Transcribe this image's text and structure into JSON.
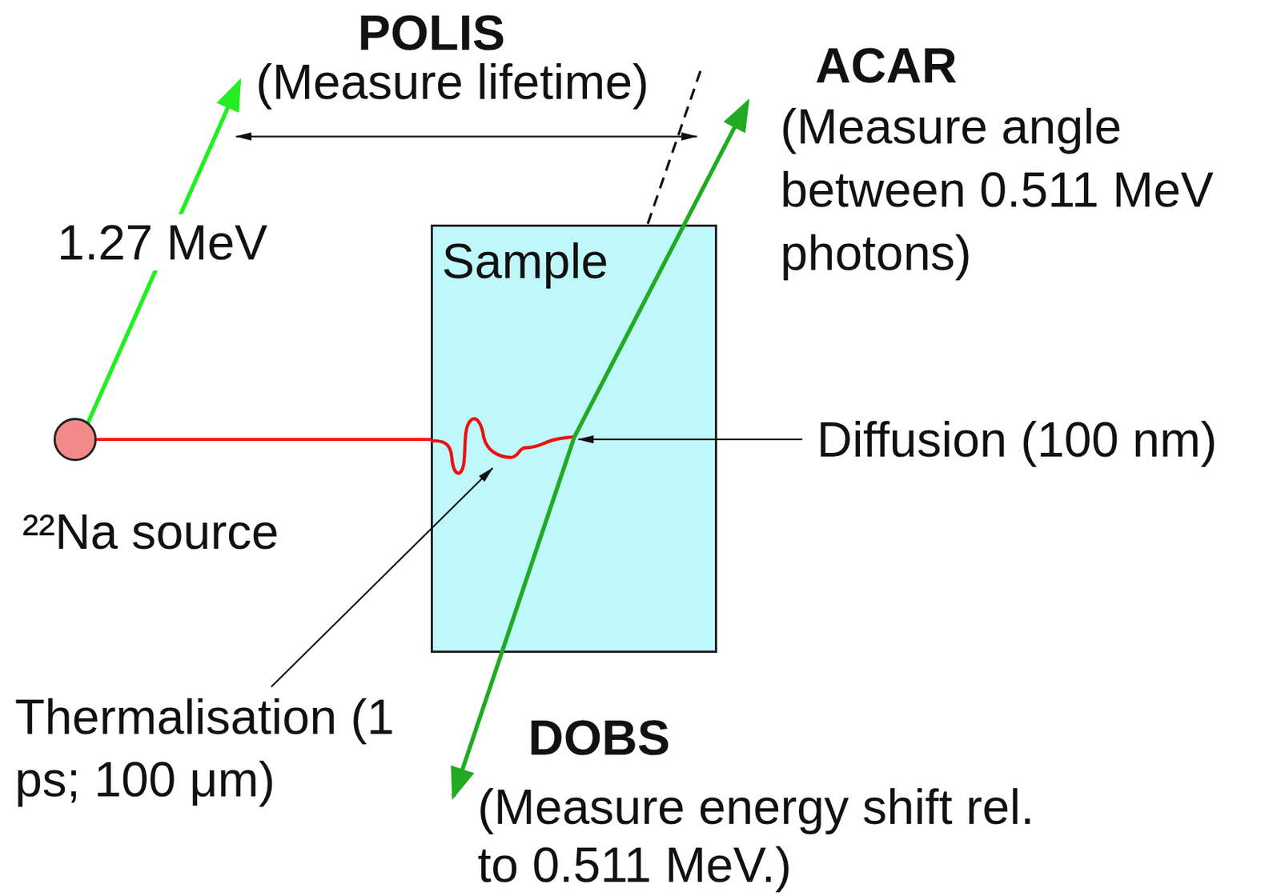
{
  "diagram": {
    "nodes": [
      {
        "text": [
          "²²Na source"
        ]
      },
      {
        "text": [
          "Sample"
        ]
      }
    ],
    "edges": [
      {
        "from": 0,
        "to": 1,
        "arrow": "none"
      }
    ],
    "labels": [
      "POLIS",
      "(Measure lifetime)",
      "1.27 MeV",
      "ACAR",
      "(Measure angle between 0.511 MeV photons)",
      "DOBS",
      "(Measure energy shift rel. to 0.511 MeV.)",
      "Diffusion (100 nm)",
      "Thermalisation (1 ps; 100 μm)"
    ]
  }
}
